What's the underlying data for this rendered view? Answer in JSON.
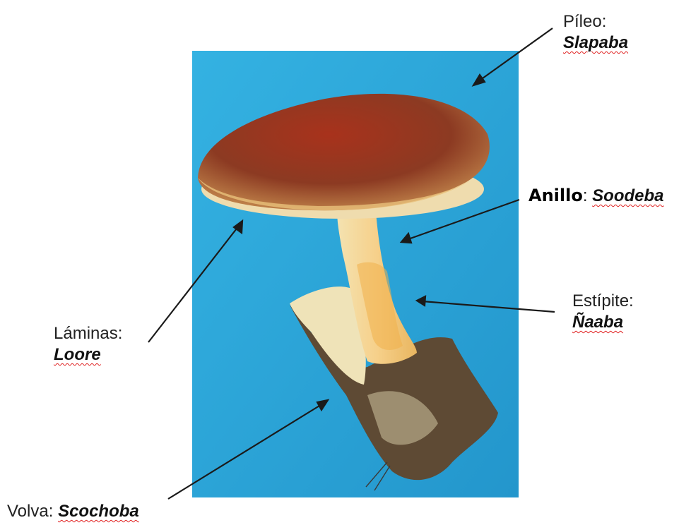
{
  "colors": {
    "background": "#2aa9dc",
    "cap": "#9a3b22",
    "stem": "#f2d89a",
    "volva": "#5e4a34",
    "arrow": "#1a1a1a",
    "spellcheck_underline": "#e02020"
  },
  "labels": {
    "pileo": {
      "name": "Píleo:",
      "term": "Slapaba"
    },
    "anillo": {
      "name": "Anillo",
      "separator": ":",
      "term": "Soodeba"
    },
    "estipite": {
      "name": "Estípite:",
      "term": "Ñaaba"
    },
    "laminas": {
      "name": "Láminas:",
      "term": "Loore"
    },
    "volva": {
      "name": "Volva:",
      "term": "Scochoba"
    }
  }
}
